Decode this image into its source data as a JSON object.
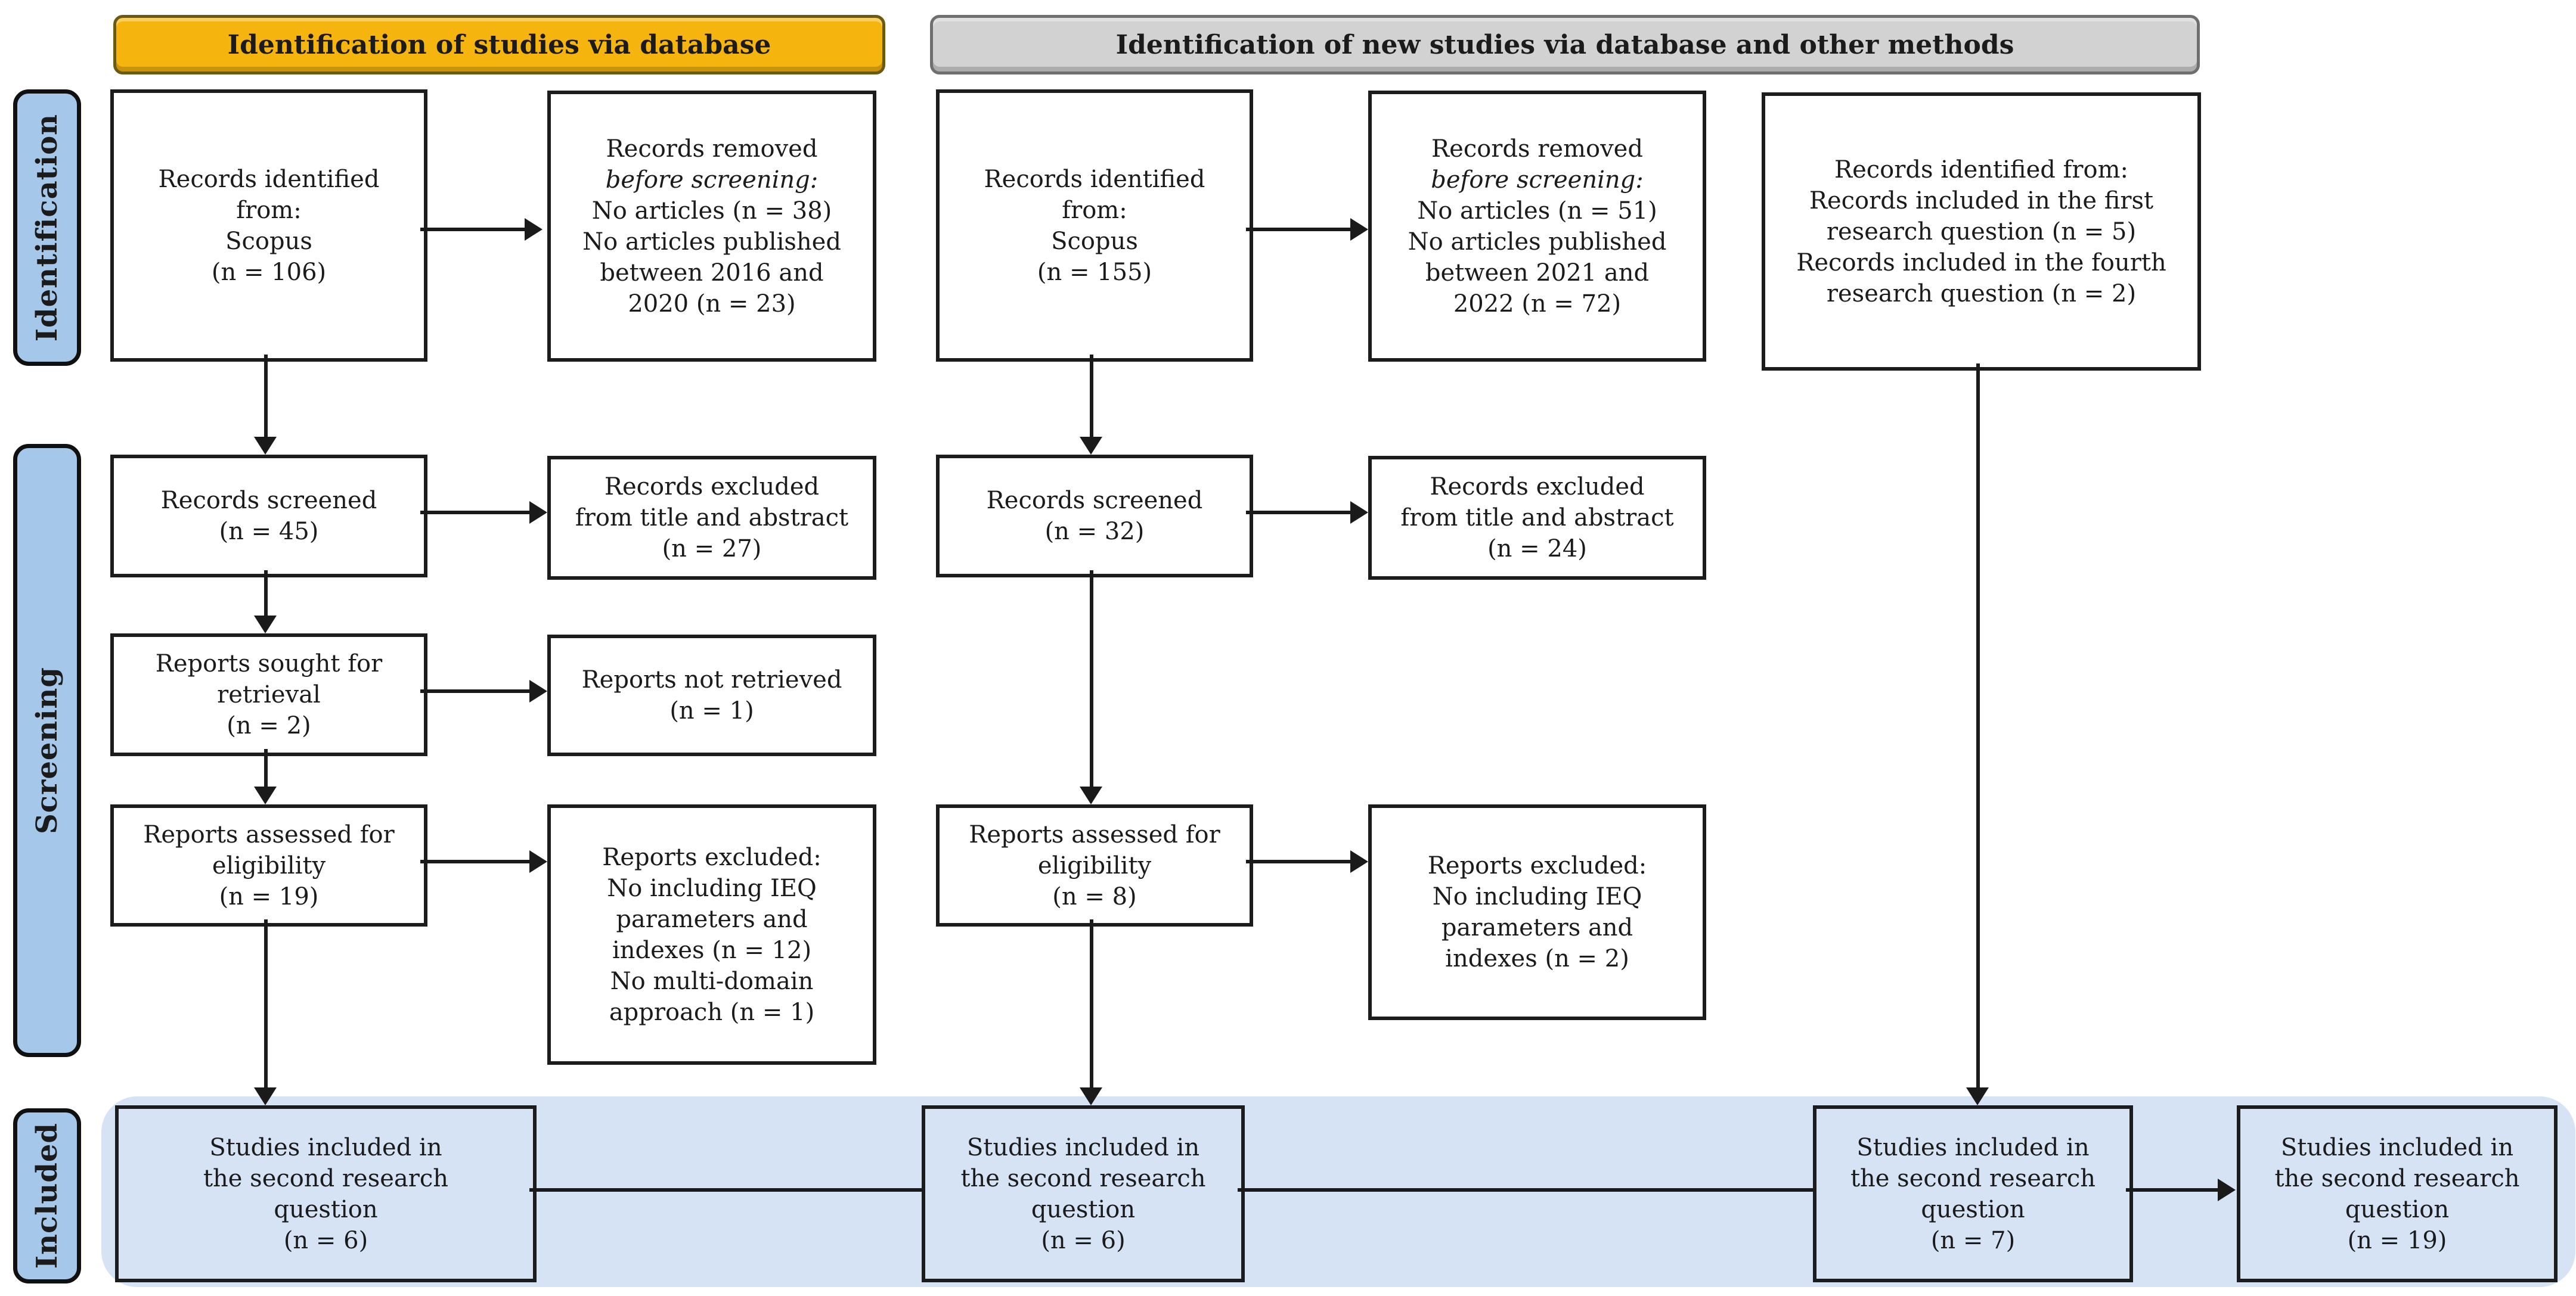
{
  "colors": {
    "header_yellow": "#F6B40E",
    "header_gray": "#D2D2D2",
    "stage_label_blue": "#A5C7E9",
    "included_band_blue": "#D5E3F4",
    "box_border": "#1C1C1C",
    "arrow_black": "#1A1A1A"
  },
  "headers": {
    "database": "Identification of studies via database",
    "new_methods": "Identification of new studies via database and other methods"
  },
  "stages": {
    "identification": "Identification",
    "screening": "Screening",
    "included": "Included"
  },
  "flow1": {
    "records_identified": {
      "lines": [
        "Records identified",
        "from:",
        "Scopus",
        "(n = 106)"
      ]
    },
    "records_removed": {
      "lines": [
        "Records removed",
        "before screening:",
        "No articles (n = 38)",
        "No articles published",
        "between 2016 and",
        "2020 (n = 23)"
      ],
      "italic_line": 1
    },
    "records_screened": {
      "lines": [
        "Records screened",
        "(n = 45)"
      ]
    },
    "records_excluded": {
      "lines": [
        "Records excluded",
        "from title and abstract",
        "(n = 27)"
      ]
    },
    "reports_sought": {
      "lines": [
        "Reports sought for",
        "retrieval",
        "(n = 2)"
      ]
    },
    "reports_not_retrieved": {
      "lines": [
        "Reports not retrieved",
        "(n = 1)"
      ]
    },
    "reports_assessed": {
      "lines": [
        "Reports assessed for",
        "eligibility",
        "(n = 19)"
      ]
    },
    "reports_excluded": {
      "lines": [
        "Reports excluded:",
        "No including IEQ",
        "parameters and",
        "indexes (n = 12)",
        "No multi-domain",
        "approach (n = 1)"
      ]
    },
    "studies_included": {
      "lines": [
        "Studies included in",
        "the second research",
        "question",
        "(n = 6)"
      ]
    }
  },
  "flow2": {
    "records_identified": {
      "lines": [
        "Records identified",
        "from:",
        "Scopus",
        "(n = 155)"
      ]
    },
    "records_removed": {
      "lines": [
        "Records removed",
        "before screening:",
        "No articles (n = 51)",
        "No articles published",
        "between 2021 and",
        "2022 (n = 72)"
      ],
      "italic_line": 1
    },
    "records_screened": {
      "lines": [
        "Records screened",
        "(n = 32)"
      ]
    },
    "records_excluded": {
      "lines": [
        "Records excluded",
        "from title and abstract",
        "(n = 24)"
      ]
    },
    "reports_assessed": {
      "lines": [
        "Reports assessed for",
        "eligibility",
        "(n = 8)"
      ]
    },
    "reports_excluded": {
      "lines": [
        "Reports excluded:",
        "No including IEQ",
        "parameters and",
        "indexes (n = 2)"
      ]
    },
    "studies_included": {
      "lines": [
        "Studies included in",
        "the second research",
        "question",
        "(n = 6)"
      ]
    }
  },
  "flow3": {
    "records_identified": {
      "lines": [
        "Records identified from:",
        "Records included in the first",
        "research question (n = 5)",
        "Records included in the fourth",
        "research question (n = 2)"
      ]
    },
    "studies_included": {
      "lines": [
        "Studies included in",
        "the second research",
        "question",
        "(n = 7)"
      ]
    }
  },
  "final_box": {
    "studies_included": {
      "lines": [
        "Studies included in",
        "the second research",
        "question",
        "(n = 19)"
      ]
    }
  }
}
